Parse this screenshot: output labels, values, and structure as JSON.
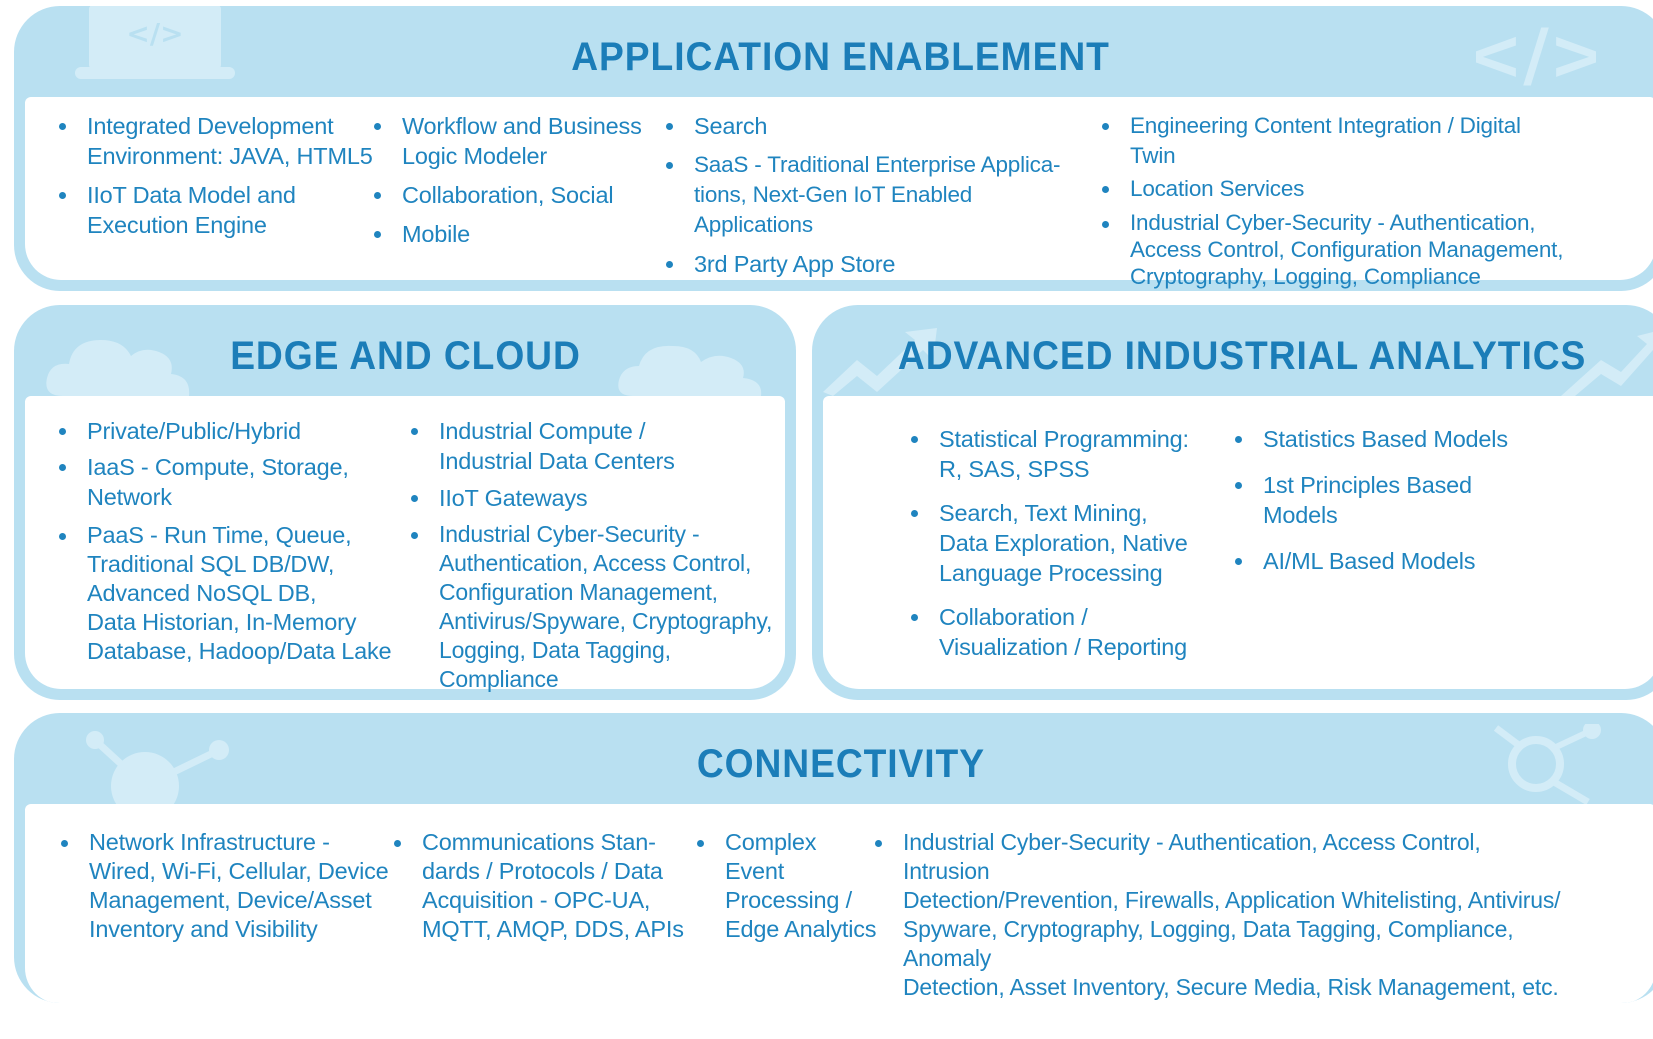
{
  "application_enablement": {
    "title": "APPLICATION ENABLEMENT",
    "columns": [
      [
        "Integrated Development\nEnvironment: JAVA, HTML5",
        "IIoT Data Model and\nExecution Engine"
      ],
      [
        "Workflow and Business\nLogic Modeler",
        "Collaboration, Social",
        "Mobile"
      ],
      [
        "Search",
        "SaaS - Traditional Enterprise Applica-\ntions, Next-Gen IoT Enabled Applications",
        "3rd Party App Store"
      ],
      [
        "Engineering Content Integration / Digital Twin",
        "Location Services",
        "Industrial Cyber-Security - Authentication,\nAccess Control, Configuration Management,\nCryptography, Logging, Compliance"
      ]
    ]
  },
  "edge_and_cloud": {
    "title": "EDGE AND CLOUD",
    "columns": [
      [
        "Private/Public/Hybrid",
        "IaaS - Compute, Storage,\nNetwork",
        "PaaS - Run Time, Queue,\nTraditional SQL DB/DW,\nAdvanced  NoSQL DB,\nData Historian, In-Memory\nDatabase, Hadoop/Data Lake"
      ],
      [
        "Industrial Compute /\nIndustrial Data Centers",
        "IIoT Gateways",
        "Industrial Cyber-Security -\nAuthentication, Access Control,\nConfiguration Management,\nAntivirus/Spyware, Cryptography,\nLogging, Data Tagging, Compliance"
      ]
    ]
  },
  "advanced_industrial_analytics": {
    "title": "ADVANCED INDUSTRIAL ANALYTICS",
    "columns": [
      [
        "Statistical Programming:\nR, SAS, SPSS",
        "Search, Text Mining,\nData Exploration, Native\nLanguage Processing",
        "Collaboration /\nVisualization / Reporting"
      ],
      [
        "Statistics Based Models",
        "1st Principles Based\nModels",
        "AI/ML Based Models"
      ]
    ]
  },
  "connectivity": {
    "title": "CONNECTIVITY",
    "columns": [
      [
        "Network Infrastructure -\nWired, Wi-Fi, Cellular, Device\nManagement, Device/Asset\nInventory and Visibility"
      ],
      [
        "Communications Stan-\ndards / Protocols / Data\nAcquisition - OPC-UA,\nMQTT, AMQP, DDS, APIs"
      ],
      [
        "Complex\nEvent\nProcessing /\nEdge Analytics"
      ],
      [
        "Industrial Cyber-Security - Authentication, Access Control, Intrusion\nDetection/Prevention, Firewalls, Application Whitelisting, Antivirus/\nSpyware, Cryptography, Logging, Data Tagging, Compliance, Anomaly\nDetection, Asset Inventory, Secure Media, Risk Management, etc."
      ]
    ]
  },
  "decor": {
    "panel_color": "#b9e0f1",
    "text_color": "#1f84bf",
    "icons": [
      "laptop-code-icon",
      "code-brackets-icon",
      "cloud-icon",
      "trend-arrow-icon",
      "network-node-icon"
    ]
  }
}
